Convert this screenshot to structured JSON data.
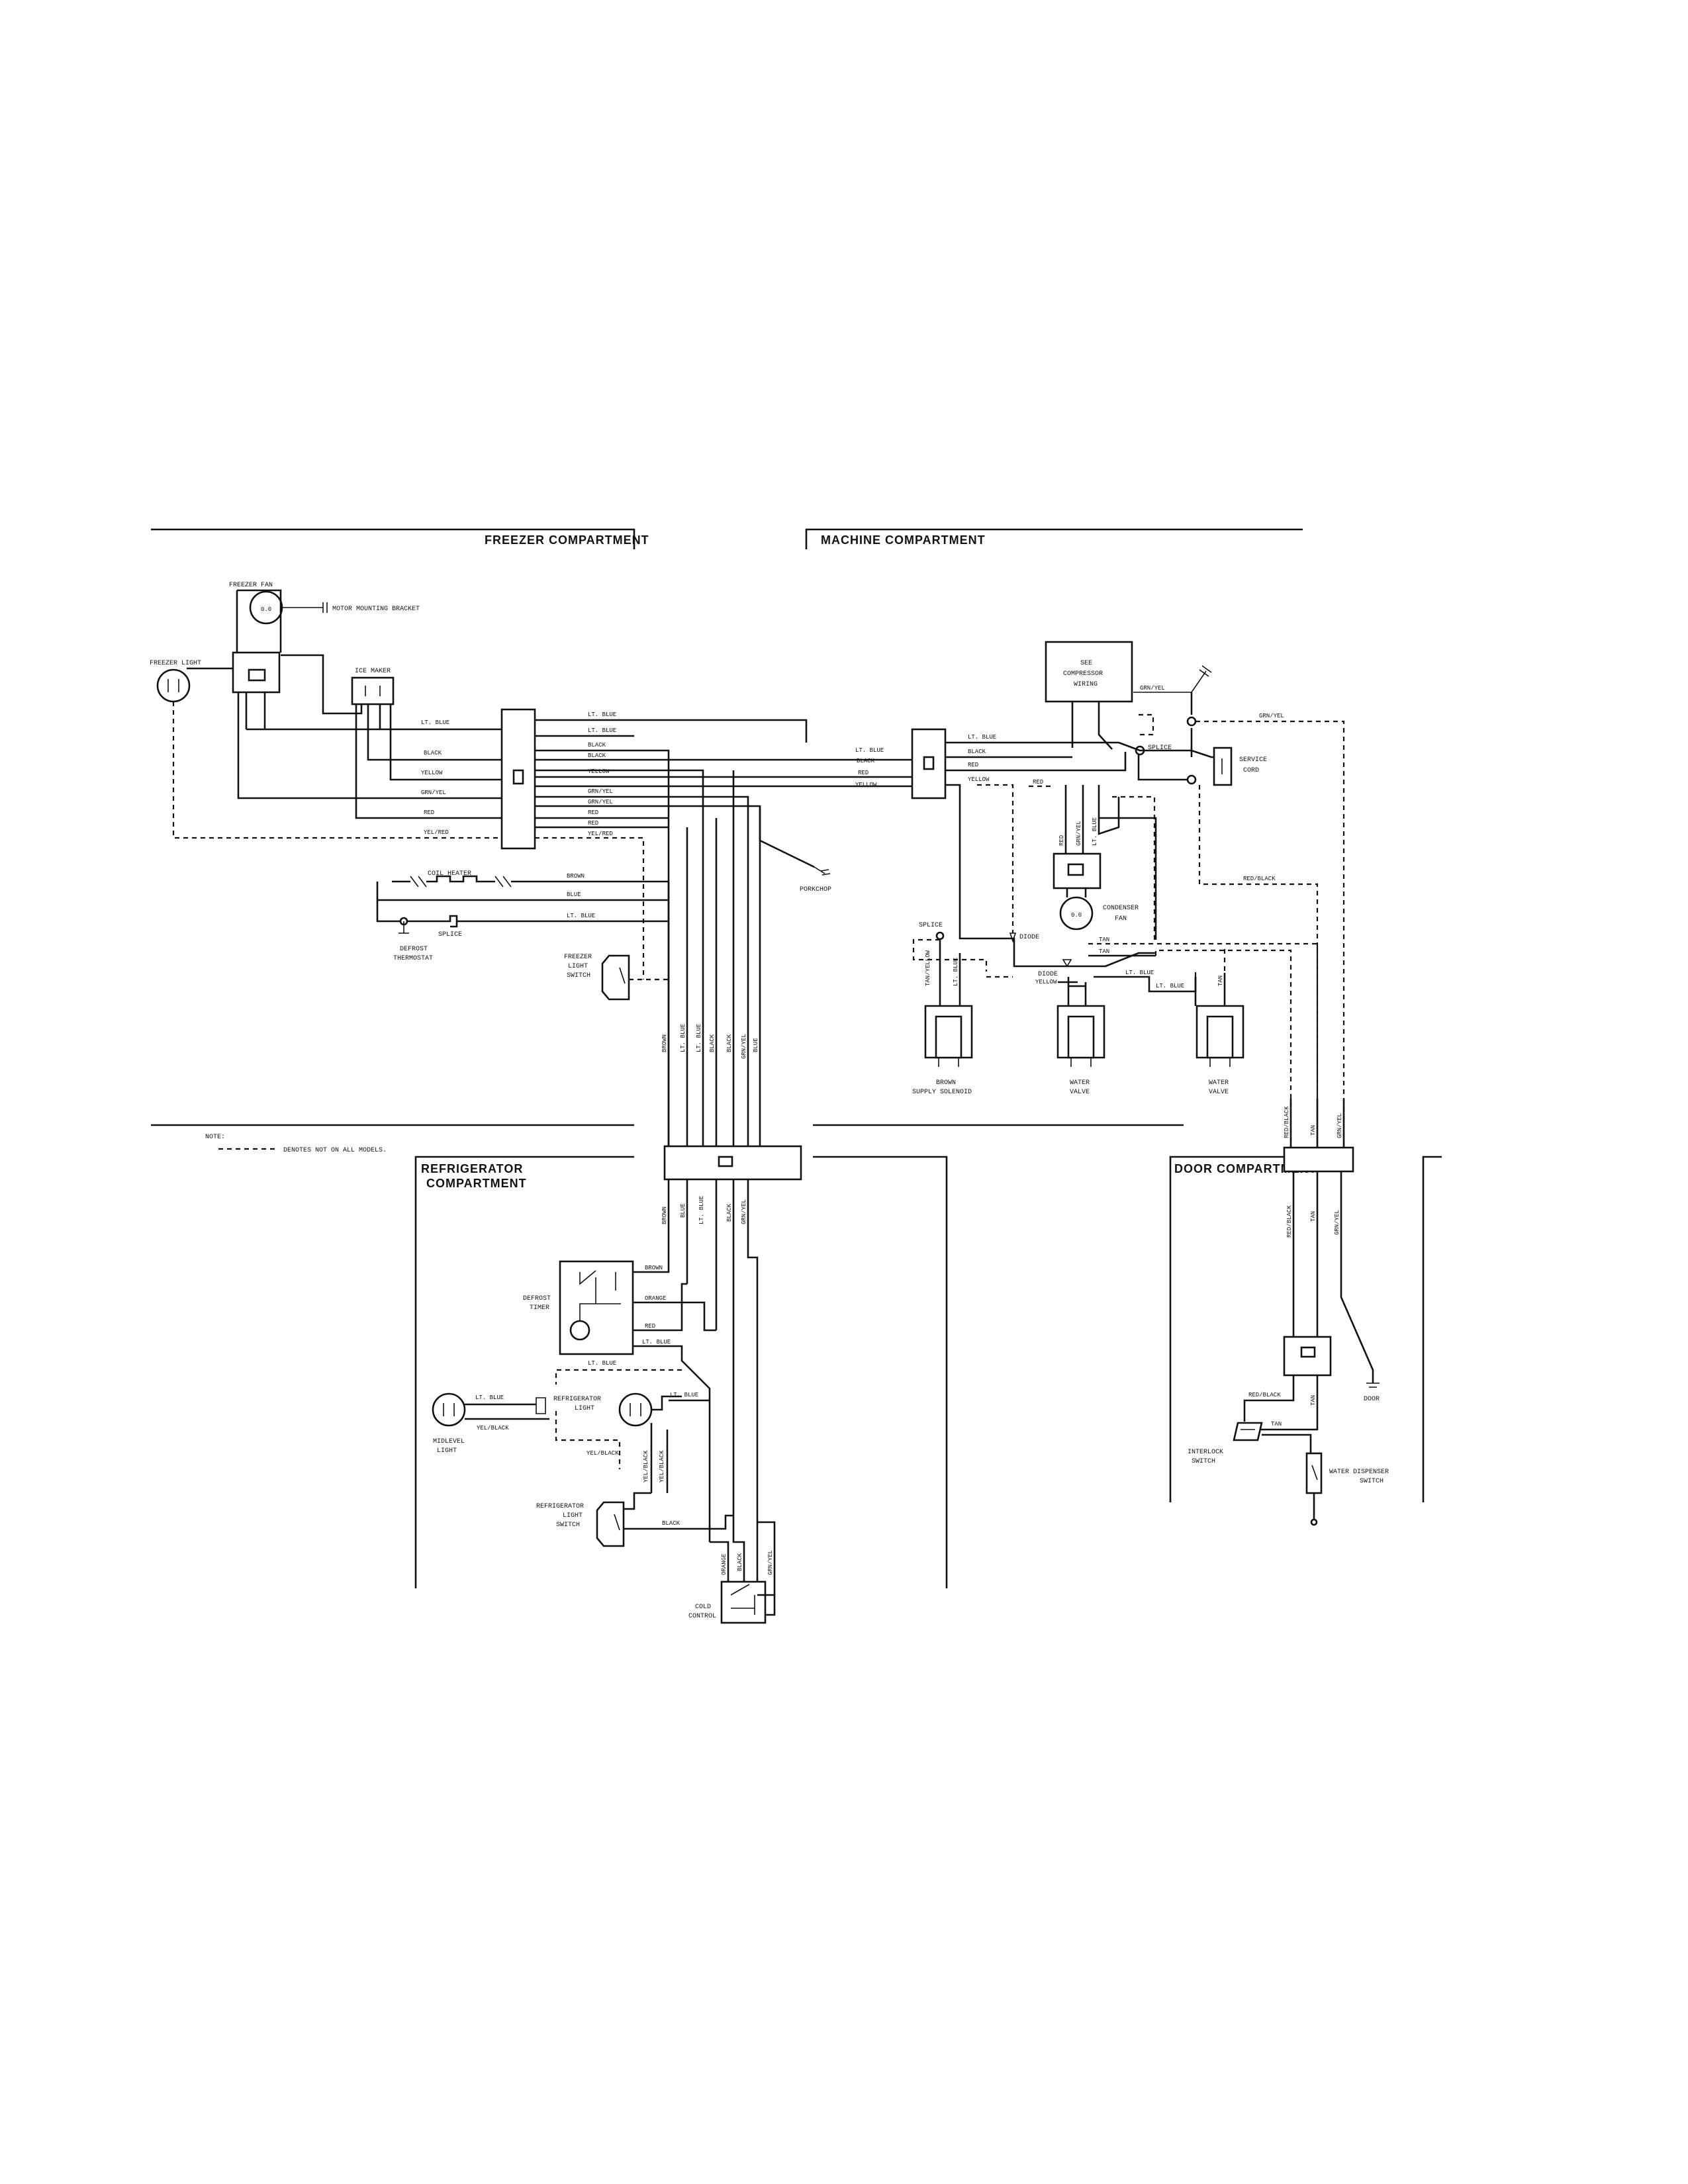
{
  "compartments": {
    "freezer": "FREEZER COMPARTMENT",
    "machine": "MACHINE COMPARTMENT",
    "refrigerator_line1": "REFRIGERATOR",
    "refrigerator_line2": "COMPARTMENT",
    "door": "DOOR COMPARTMENT"
  },
  "note": {
    "title": "NOTE:",
    "text": "DENOTES NOT ON ALL MODELS."
  },
  "components": {
    "freezer_fan": "FREEZER FAN",
    "motor_bracket": "MOTOR MOUNTING BRACKET",
    "freezer_light": "FREEZER LIGHT",
    "ice_maker": "ICE MAKER",
    "coil_heater": "COIL HEATER",
    "splice": "SPLICE",
    "defrost_thermostat_1": "DEFROST",
    "defrost_thermostat_2": "THERMOSTAT",
    "freezer_light_switch_1": "FREEZER",
    "freezer_light_switch_2": "LIGHT",
    "freezer_light_switch_3": "SWITCH",
    "porkchop": "PORKCHOP",
    "see_compressor_1": "SEE",
    "see_compressor_2": "COMPRESSOR",
    "see_compressor_3": "WIRING",
    "service_cord_1": "SERVICE",
    "service_cord_2": "CORD",
    "condenser_fan_1": "CONDENSER",
    "condenser_fan_2": "FAN",
    "diode": "DIODE",
    "supply_solenoid_1": "BROWN",
    "supply_solenoid_2": "SUPPLY SOLENOID",
    "water_valve_1": "WATER",
    "water_valve_2": "VALVE",
    "defrost_timer_1": "DEFROST",
    "defrost_timer_2": "TIMER",
    "refrigerator_light_1": "REFRIGERATOR",
    "refrigerator_light_2": "LIGHT",
    "midlevel_light_1": "MIDLEVEL",
    "midlevel_light_2": "LIGHT",
    "refrigerator_light_switch_1": "REFRIGERATOR",
    "refrigerator_light_switch_2": "LIGHT",
    "refrigerator_light_switch_3": "SWITCH",
    "cold_control_1": "COLD",
    "cold_control_2": "CONTROL",
    "door": "DOOR",
    "interlock_switch_1": "INTERLOCK",
    "interlock_switch_2": "SWITCH",
    "water_dispenser_switch_1": "WATER DISPENSER",
    "water_dispenser_switch_2": "SWITCH",
    "fan_rating": "0.0"
  },
  "wires": {
    "lt_blue": "LT. BLUE",
    "black": "BLACK",
    "yellow": "YELLOW",
    "grn_yel": "GRN/YEL",
    "red": "RED",
    "yel_red": "YEL/RED",
    "brown": "BROWN",
    "blue": "BLUE",
    "orange": "ORANGE",
    "tan": "TAN",
    "red_black": "RED/BLACK",
    "yel_black": "YEL/BLACK",
    "tan_yellow": "TAN/YELLOW"
  }
}
